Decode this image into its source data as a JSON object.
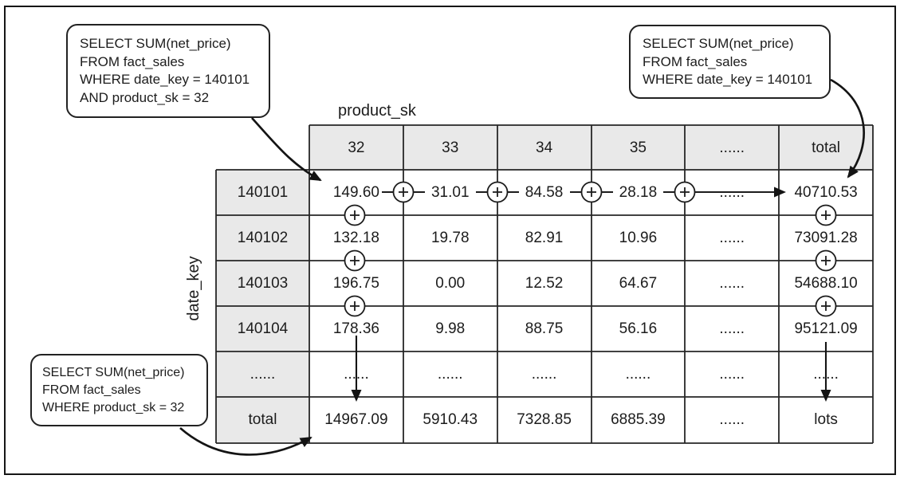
{
  "callouts": {
    "top_left": {
      "lines": [
        "SELECT SUM(net_price)",
        "FROM fact_sales",
        "WHERE date_key = 140101",
        "AND product_sk = 32"
      ]
    },
    "top_right": {
      "lines": [
        "SELECT SUM(net_price)",
        "FROM fact_sales",
        "WHERE date_key = 140101"
      ]
    },
    "bottom_left": {
      "lines": [
        "SELECT SUM(net_price)",
        "FROM fact_sales",
        "WHERE product_sk = 32"
      ]
    }
  },
  "axes": {
    "column_axis_label": "product_sk",
    "row_axis_label": "date_key"
  },
  "icons": {
    "plus_symbol": "+"
  },
  "chart_data": {
    "type": "table",
    "columns": [
      "32",
      "33",
      "34",
      "35",
      "......",
      "total"
    ],
    "rows": [
      "140101",
      "140102",
      "140103",
      "140104",
      "......",
      "total"
    ],
    "body": [
      [
        "149.60",
        "31.01",
        "84.58",
        "28.18",
        "......",
        "40710.53"
      ],
      [
        "132.18",
        "19.78",
        "82.91",
        "10.96",
        "......",
        "73091.28"
      ],
      [
        "196.75",
        "0.00",
        "12.52",
        "64.67",
        "......",
        "54688.10"
      ],
      [
        "178.36",
        "9.98",
        "88.75",
        "56.16",
        "......",
        "95121.09"
      ],
      [
        "......",
        "......",
        "......",
        "......",
        "......",
        "......"
      ],
      [
        "14967.09",
        "5910.43",
        "7328.85",
        "6885.39",
        "......",
        "lots"
      ]
    ]
  }
}
